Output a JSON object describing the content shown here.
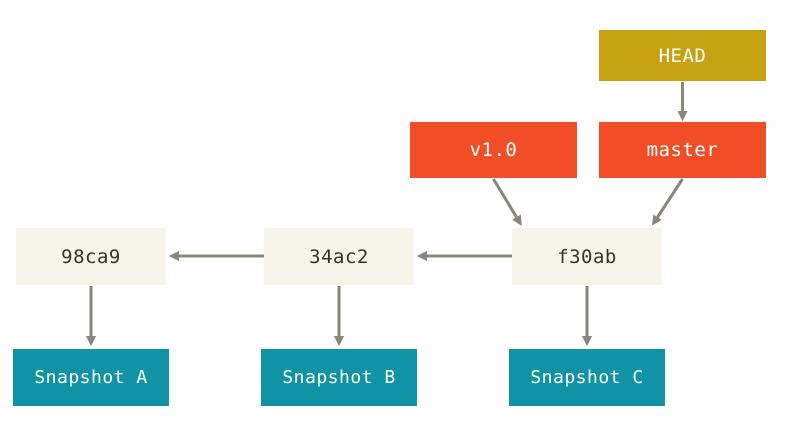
{
  "diagram": {
    "kind": "git-commit-history-with-refs",
    "colors": {
      "background": "#ffffff",
      "head_bg": "#c6a112",
      "ref_bg": "#f14e28",
      "commit_bg": "#f7f5ea",
      "snapshot_bg": "#0f93a5",
      "arrow": "#8c8677",
      "commit_text": "#33322c",
      "light_text": "#ffffff"
    },
    "head": {
      "label": "HEAD"
    },
    "refs": [
      {
        "id": "v1.0",
        "label": "v1.0",
        "type": "tag"
      },
      {
        "id": "master",
        "label": "master",
        "type": "branch"
      }
    ],
    "commits": [
      {
        "id": "98ca9",
        "label": "98ca9",
        "snapshot": "Snapshot A"
      },
      {
        "id": "34ac2",
        "label": "34ac2",
        "snapshot": "Snapshot B"
      },
      {
        "id": "f30ab",
        "label": "f30ab",
        "snapshot": "Snapshot C"
      }
    ],
    "edges": [
      "HEAD -> master",
      "master -> f30ab",
      "v1.0 -> f30ab",
      "f30ab -> 34ac2",
      "34ac2 -> 98ca9",
      "98ca9 -> Snapshot A",
      "34ac2 -> Snapshot B",
      "f30ab -> Snapshot C"
    ]
  }
}
